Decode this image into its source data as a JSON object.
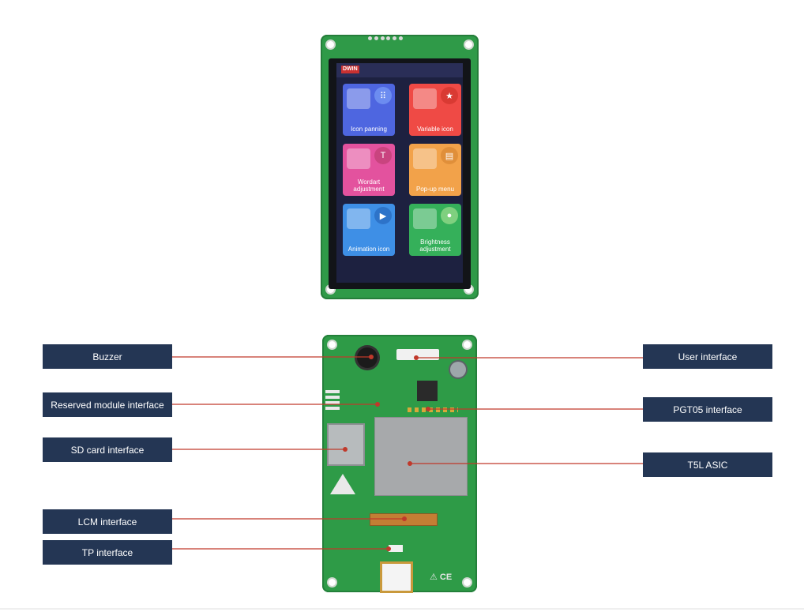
{
  "screen": {
    "logo": "DWIN",
    "tiles": [
      {
        "label": "Icon panning",
        "color": "#4e66e0",
        "icon_color": "#6c8cf0",
        "icon": "grid-icon"
      },
      {
        "label": "Variable icon",
        "color": "#ef4a45",
        "icon_color": "#d93a33",
        "icon": "star-icon"
      },
      {
        "label": "Wordart adjustment",
        "color": "#e3529e",
        "icon_color": "#c9447f",
        "icon": "text-icon"
      },
      {
        "label": "Pop-up menu",
        "color": "#f2a24a",
        "icon_color": "#e08f3a",
        "icon": "window-icon"
      },
      {
        "label": "Animation icon",
        "color": "#3e8fe6",
        "icon_color": "#2d73c9",
        "icon": "video-icon"
      },
      {
        "label": "Brightness adjustment",
        "color": "#35b05a",
        "icon_color": "#7fd07f",
        "icon": "bulb-icon"
      }
    ]
  },
  "callouts": [
    {
      "text": "Buzzer"
    },
    {
      "text": "Reserved module interface"
    },
    {
      "text": "SD card interface"
    },
    {
      "text": "LCM interface"
    },
    {
      "text": "TP interface"
    },
    {
      "text": "User interface"
    },
    {
      "text": "PGT05 interface"
    },
    {
      "text": "T5L ASIC"
    }
  ],
  "colors": {
    "label_bg": "#243654",
    "leader_line": "#c0392b",
    "pcb_green": "#2e9b47"
  }
}
